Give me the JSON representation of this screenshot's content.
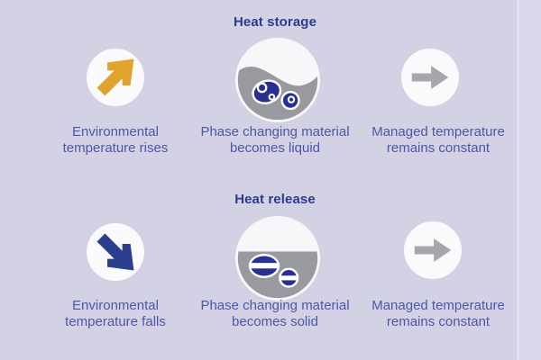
{
  "colors": {
    "background": "#d2d2e4",
    "title_text": "#2d3a93",
    "label_text": "#4c57a8",
    "rise_arrow_orange": "#e0a42c",
    "fall_arrow_blue": "#2c3e8e",
    "constant_arrow_gray": "#a7a7ab",
    "material_gray": "#999a9f",
    "material_blue": "#283092",
    "icon_circle_white": "#fafafd"
  },
  "sections": [
    {
      "title": "Heat storage",
      "items": [
        {
          "icon": "arrow-up-right-icon",
          "label": "Environmental\ntemperature rises"
        },
        {
          "icon": "pcm-liquid-icon",
          "label": "Phase changing material\nbecomes liquid"
        },
        {
          "icon": "arrow-right-icon",
          "label": "Managed temperature\nremains constant"
        }
      ]
    },
    {
      "title": "Heat release",
      "items": [
        {
          "icon": "arrow-down-right-icon",
          "label": "Environmental\ntemperature falls"
        },
        {
          "icon": "pcm-solid-icon",
          "label": "Phase changing material\nbecomes solid"
        },
        {
          "icon": "arrow-right-icon",
          "label": "Managed temperature\nremains constant"
        }
      ]
    }
  ]
}
